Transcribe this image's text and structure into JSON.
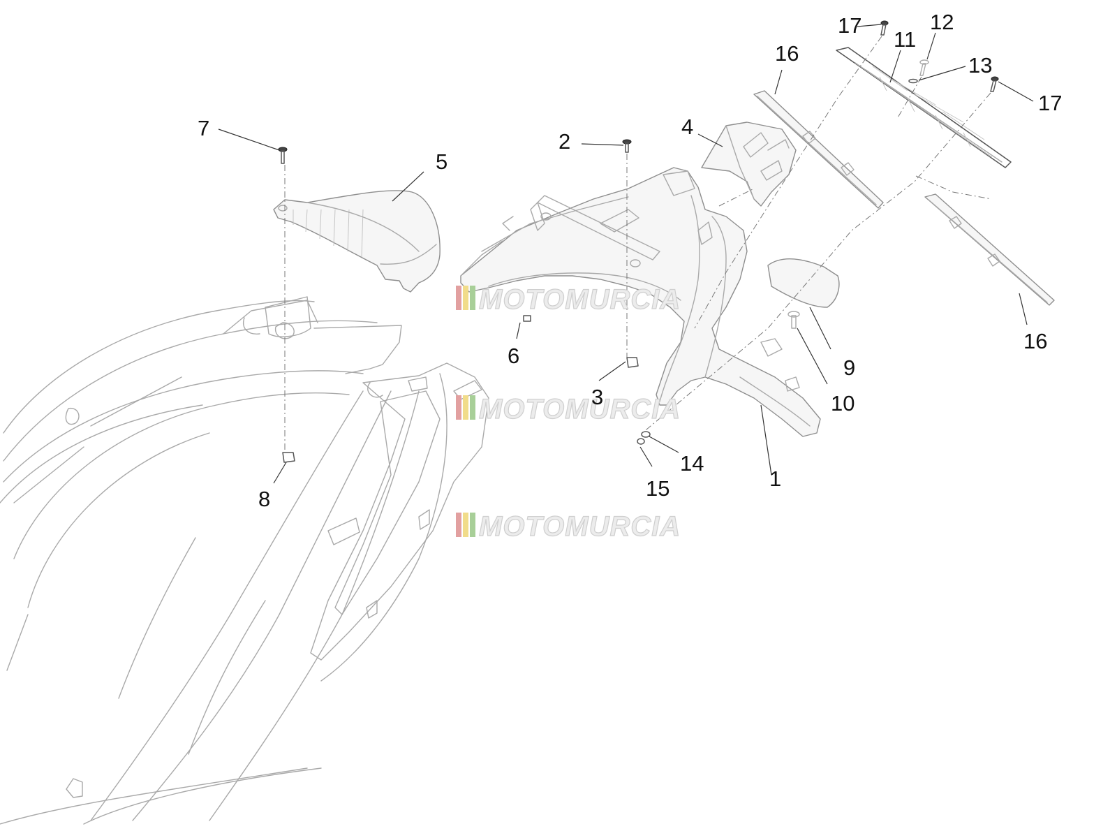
{
  "callouts": [
    {
      "id": "1",
      "label": "1"
    },
    {
      "id": "2",
      "label": "2"
    },
    {
      "id": "3",
      "label": "3"
    },
    {
      "id": "4",
      "label": "4"
    },
    {
      "id": "5",
      "label": "5"
    },
    {
      "id": "6",
      "label": "6"
    },
    {
      "id": "7",
      "label": "7"
    },
    {
      "id": "8",
      "label": "8"
    },
    {
      "id": "9",
      "label": "9"
    },
    {
      "id": "10",
      "label": "10"
    },
    {
      "id": "11",
      "label": "11"
    },
    {
      "id": "12",
      "label": "12"
    },
    {
      "id": "13",
      "label": "13"
    },
    {
      "id": "14",
      "label": "14"
    },
    {
      "id": "15",
      "label": "15"
    },
    {
      "id": "16a",
      "label": "16"
    },
    {
      "id": "16b",
      "label": "16"
    },
    {
      "id": "17a",
      "label": "17"
    },
    {
      "id": "17b",
      "label": "17"
    }
  ],
  "watermark": {
    "text": "MOTOMURCIA",
    "stripe_colors": [
      "#e2a0a0",
      "#f1dc8a",
      "#a8cf98"
    ]
  }
}
